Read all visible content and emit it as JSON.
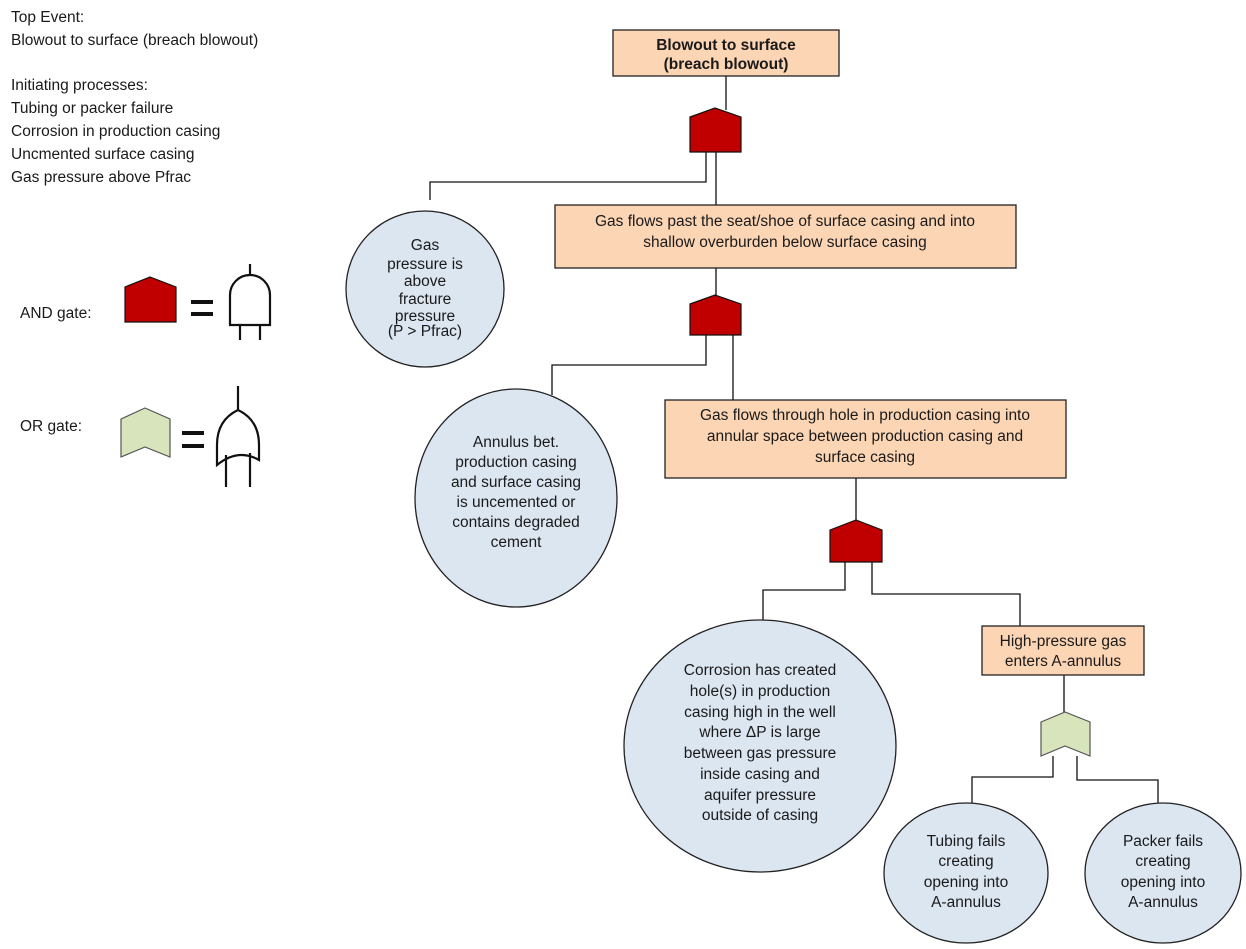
{
  "info": {
    "top_event_heading": "Top Event:",
    "top_event": "Blowout to surface (breach blowout)",
    "initiating_heading": "Initiating processes:",
    "initiating": [
      "Tubing or packer failure",
      "Corrosion in production casing",
      "Uncmented surface casing",
      "Gas pressure above Pfrac"
    ]
  },
  "legend": {
    "and_label": "AND gate:",
    "or_label": "OR gate:",
    "and_color": "#c00000",
    "or_color": "#d8e4bc"
  },
  "colors": {
    "event_box": "#fcd5b4",
    "basic_event": "#dce6f1"
  },
  "nodes": {
    "top": [
      "Blowout to surface",
      "(breach blowout)"
    ],
    "seat": [
      "Gas flows past the seat/shoe of surface casing and into",
      "shallow overburden  below surface casing"
    ],
    "pfrac": [
      "Gas",
      "pressure is",
      "above",
      "fracture",
      "pressure",
      "(P > Pfrac)"
    ],
    "hole": [
      "Gas flows through  hole in production casing into",
      "annular space between  production casing and",
      "surface casing"
    ],
    "annulus": [
      "Annulus bet.",
      "production casing",
      "and surface casing",
      "is uncemented or",
      "contains degraded",
      "cement"
    ],
    "corrosion": [
      "Corrosion has created",
      "hole(s) in production",
      "casing high in the well",
      "where  ΔP is large",
      "between gas pressure",
      "inside casing and",
      "aquifer pressure",
      "outside of casing"
    ],
    "hpgas": [
      "High-pressure  gas",
      "enters A-annulus"
    ],
    "tubing": [
      "Tubing fails",
      "creating",
      "opening into",
      "A-annulus"
    ],
    "packer": [
      "Packer fails",
      "creating",
      "opening into",
      "A-annulus"
    ]
  }
}
